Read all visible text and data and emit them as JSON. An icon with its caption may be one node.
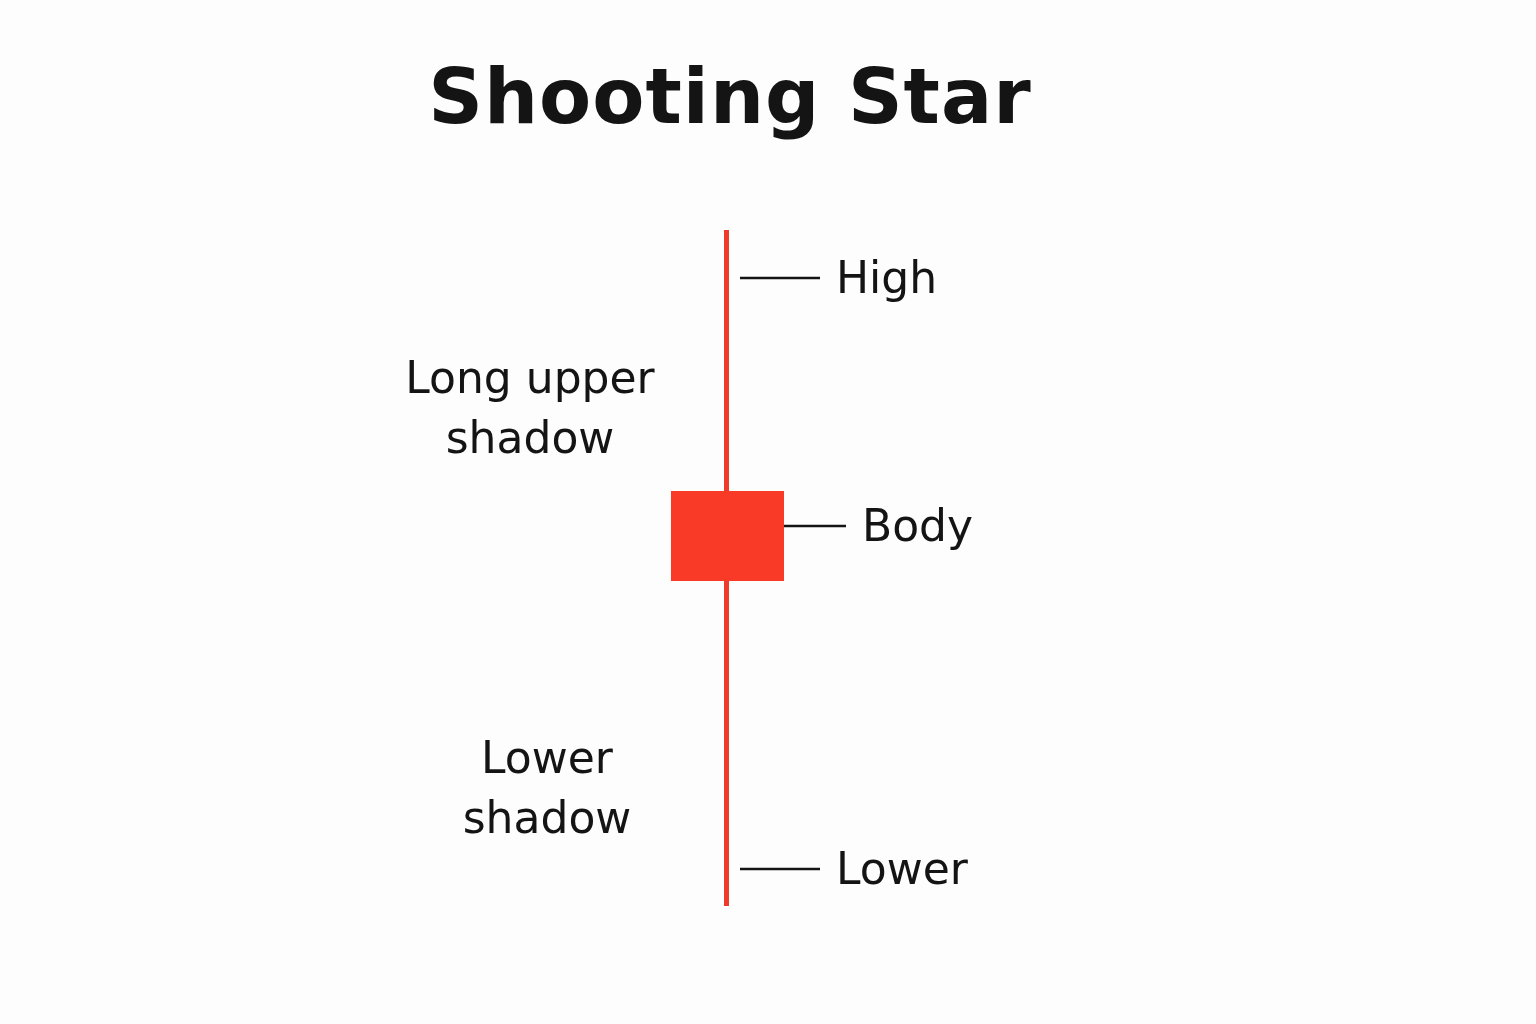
{
  "diagram": {
    "title": "Shooting Star",
    "nodes": [
      {
        "text": [
          "High"
        ]
      },
      {
        "text": [
          "Body"
        ]
      },
      {
        "text": [
          "Lower"
        ]
      },
      {
        "text": [],
        "shape": "box"
      }
    ],
    "edges": [
      {
        "from": 0,
        "to": null,
        "arrow": "none"
      },
      {
        "from": 1,
        "to": 3,
        "arrow": "none"
      },
      {
        "from": 2,
        "to": null,
        "arrow": "none"
      }
    ],
    "labels": [
      "Long upper shadow",
      "Lower shadow"
    ]
  }
}
